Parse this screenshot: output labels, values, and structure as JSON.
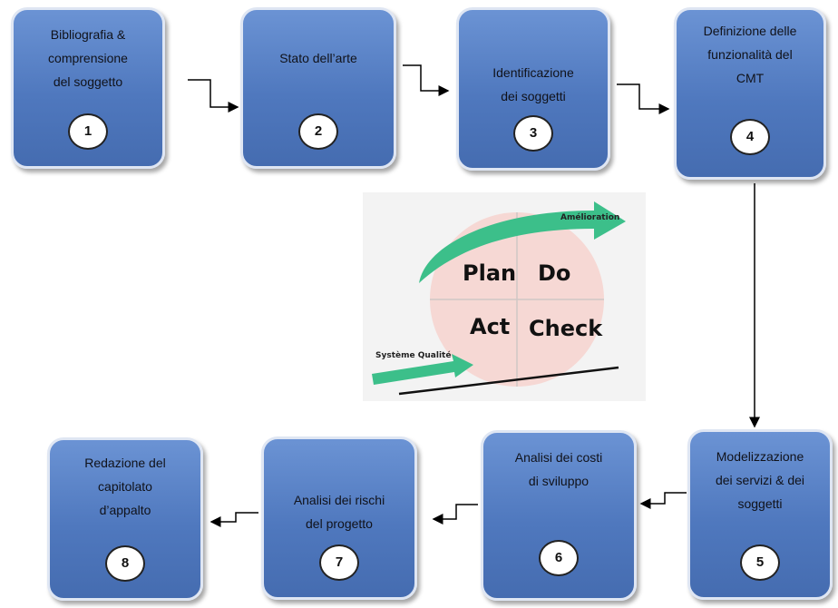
{
  "steps": [
    {
      "label": "Bibliografia &\ncomprensione\ndel soggetto",
      "number": "1"
    },
    {
      "label": "Stato dell’arte",
      "number": "2"
    },
    {
      "label": "Identificazione\ndei soggetti",
      "number": "3"
    },
    {
      "label": "Definizione delle\nfunzionalità del\nCMT",
      "number": "4"
    },
    {
      "label": "Modelizzazione\ndei servizi & dei\nsoggetti",
      "number": "5"
    },
    {
      "label": "Analisi dei costi\ndi sviluppo",
      "number": "6"
    },
    {
      "label": "Analisi dei rischi\ndel progetto",
      "number": "7"
    },
    {
      "label": "Redazione del\ncapitolato\nd’appalto",
      "number": "8"
    }
  ],
  "pdca": {
    "plan": "Plan",
    "do": "Do",
    "act": "Act",
    "check": "Check",
    "improvement": "Amélioration",
    "quality_system": "Système Qualité"
  },
  "colors": {
    "box_fill": "#5580c6",
    "box_border": "#dfe6f3",
    "arrow_green": "#3cbf8a",
    "circle_fill": "#f6d8d4"
  }
}
